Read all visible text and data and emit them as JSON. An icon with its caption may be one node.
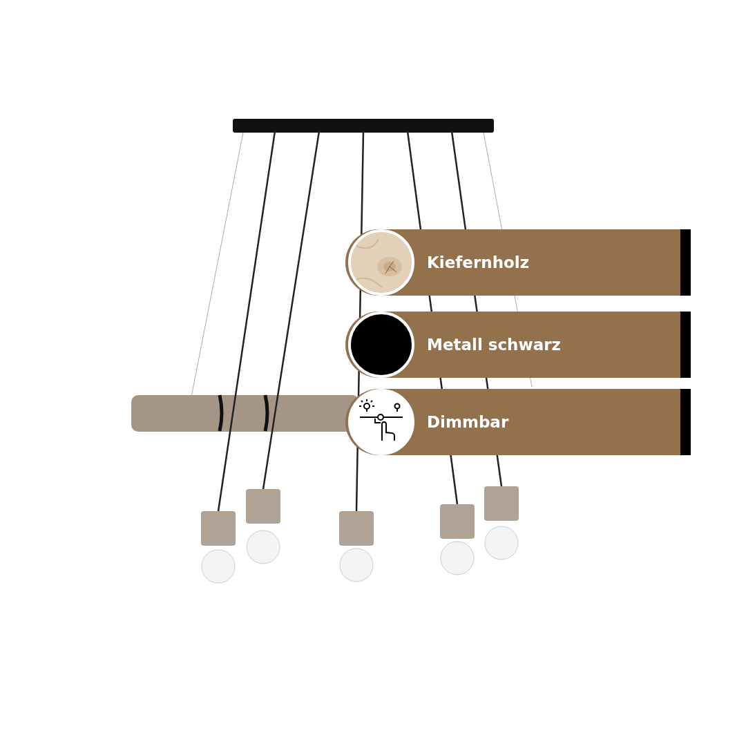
{
  "diagram": {
    "nodes": [
      {
        "text": [
          "Kiefernholz"
        ]
      },
      {
        "text": [
          "Metall schwarz"
        ]
      },
      {
        "text": [
          "Dimmbar"
        ]
      }
    ]
  }
}
